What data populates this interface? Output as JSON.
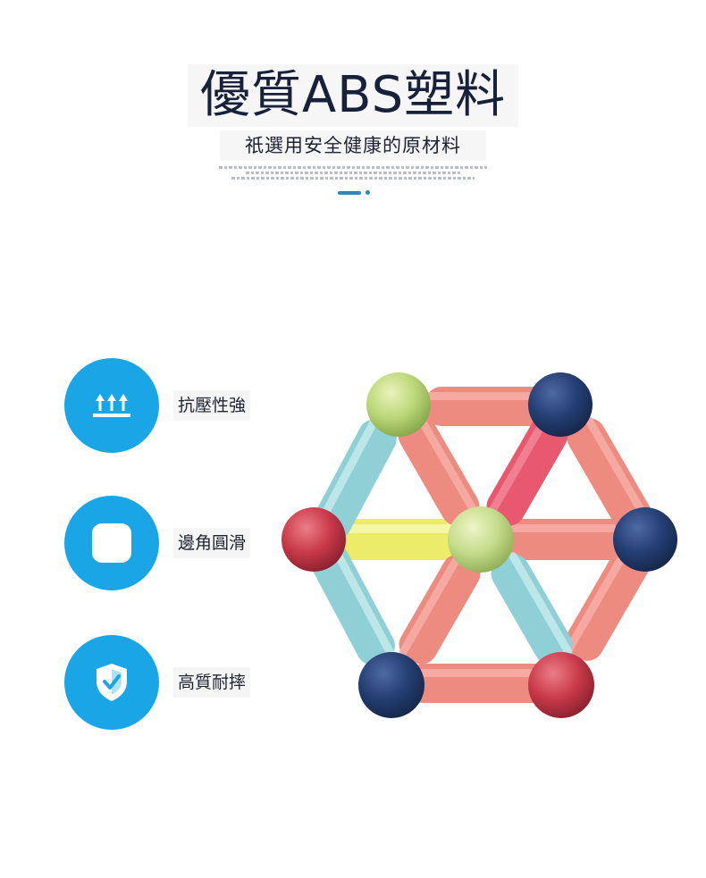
{
  "header": {
    "title": "優質ABS塑料",
    "subtitle": "祇選用安全健康的原材料"
  },
  "features": [
    {
      "label": "抗壓性強",
      "icon": "pressure-arrows-icon"
    },
    {
      "label": "邊角圓滑",
      "icon": "rounded-square-icon"
    },
    {
      "label": "高質耐摔",
      "icon": "shield-check-icon"
    }
  ],
  "colors": {
    "accent_blue": "#1aa6e6",
    "title_navy": "#17213a",
    "ball_green": "#bcd77a",
    "ball_navy": "#243f73",
    "ball_red": "#c93a4a",
    "rod_salmon": "#ee8b80",
    "rod_teal": "#8fd0d6",
    "rod_yellow": "#ecec6a",
    "rod_pink": "#e8586e"
  },
  "product_image": {
    "icon": "magnetic-stick-hexagon-illustration"
  }
}
